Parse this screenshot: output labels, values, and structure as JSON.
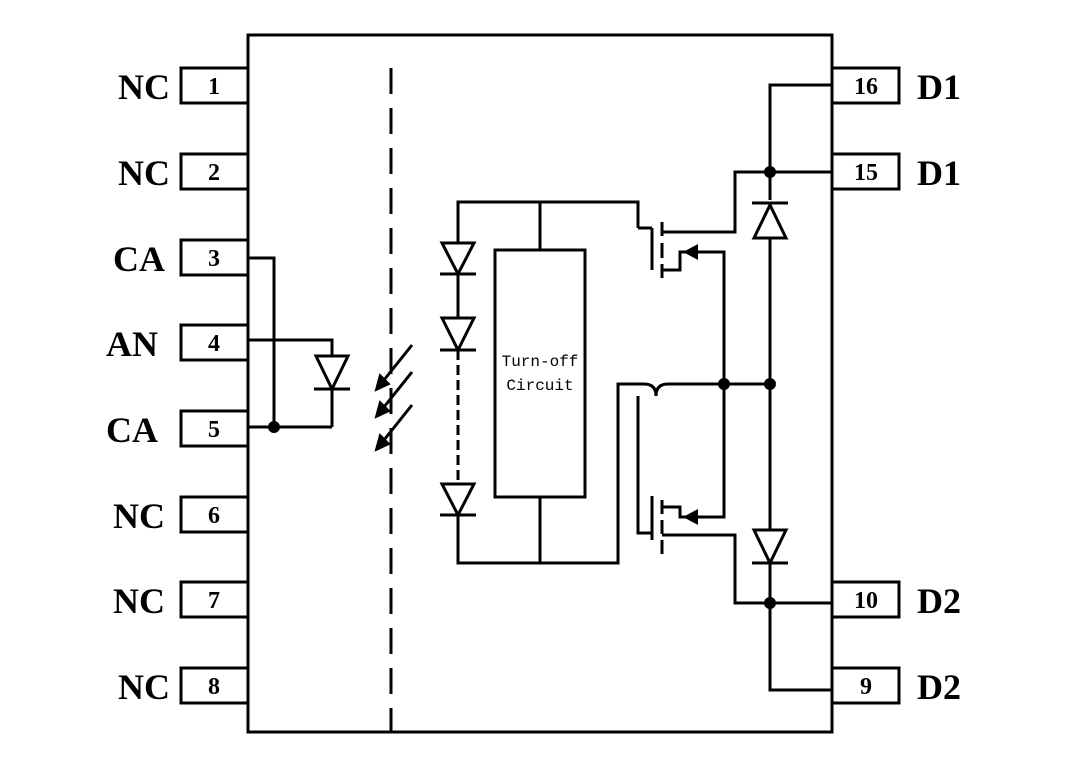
{
  "left_pins": [
    {
      "label": "NC",
      "number": "1"
    },
    {
      "label": "NC",
      "number": "2"
    },
    {
      "label": "CA",
      "number": "3"
    },
    {
      "label": "AN",
      "number": "4"
    },
    {
      "label": "CA",
      "number": "5"
    },
    {
      "label": "NC",
      "number": "6"
    },
    {
      "label": "NC",
      "number": "7"
    },
    {
      "label": "NC",
      "number": "8"
    }
  ],
  "right_pins": [
    {
      "label": "D1",
      "number": "16"
    },
    {
      "label": "D1",
      "number": "15"
    },
    {
      "label": "D2",
      "number": "10"
    },
    {
      "label": "D2",
      "number": "9"
    }
  ],
  "turnoff_block": {
    "line1": "Turn-off",
    "line2": "Circuit"
  }
}
